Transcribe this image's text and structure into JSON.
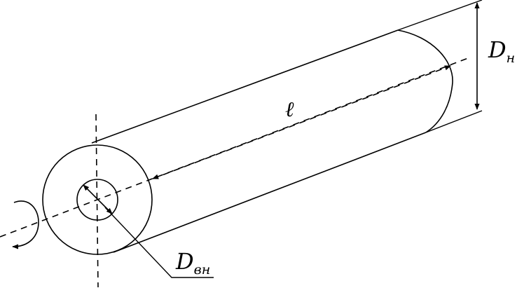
{
  "diagram": {
    "labels": {
      "outer_diameter": {
        "main": "D",
        "sub": "н"
      },
      "inner_diameter": {
        "main": "D",
        "sub": "вн"
      },
      "length": "ℓ"
    },
    "colors": {
      "stroke": "#000000",
      "background": "#ffffff"
    }
  }
}
